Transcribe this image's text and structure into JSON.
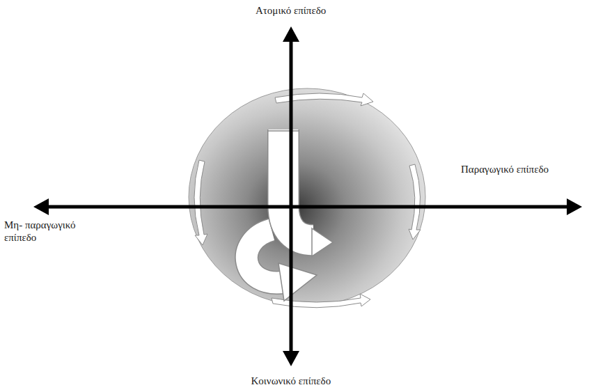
{
  "diagram": {
    "labels": [
      "Ατομικό επίπεδο",
      "Παραγωγικό επίπεδο",
      "Μη- παραγωγικό επίπεδο",
      "Κοινωνικό επίπεδο"
    ]
  }
}
